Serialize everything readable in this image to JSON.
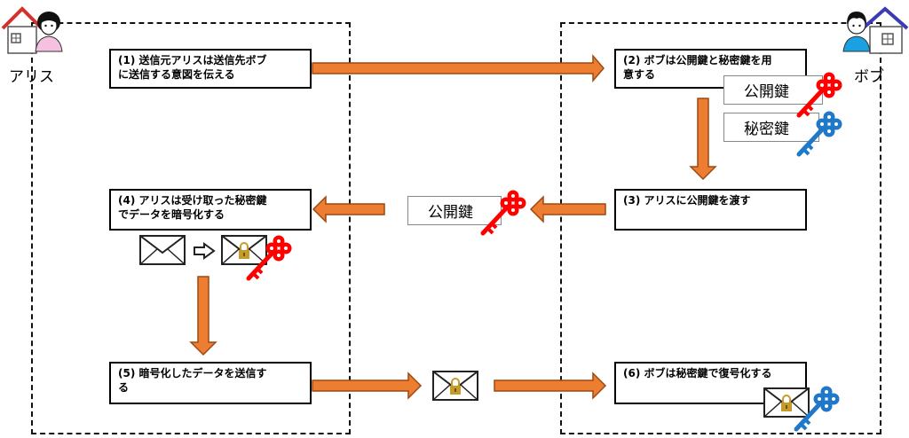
{
  "actors": {
    "alice": "アリス",
    "bob": "ボブ"
  },
  "steps": {
    "s1": "(1) 送信元アリスは送信先ボブ\nに送信する意図を伝える",
    "s2": "(2) ボブは公開鍵と秘密鍵を用\n意する",
    "s3": "(3) アリスに公開鍵を渡す",
    "s4": "(4) アリスは受け取った秘密鍵\nでデータを暗号化する",
    "s5": "(5) 暗号化したデータを送信す\nる",
    "s6": "(6) ボブは秘密鍵で復号化する"
  },
  "keys": {
    "public": "公開鍵",
    "secret": "秘密鍵"
  },
  "colors": {
    "arrow": "#ED7D31",
    "arrow_border": "#9C4A12",
    "public_key": "#FF0000",
    "secret_key": "#1F78C8",
    "lock": "#C59C2A"
  }
}
